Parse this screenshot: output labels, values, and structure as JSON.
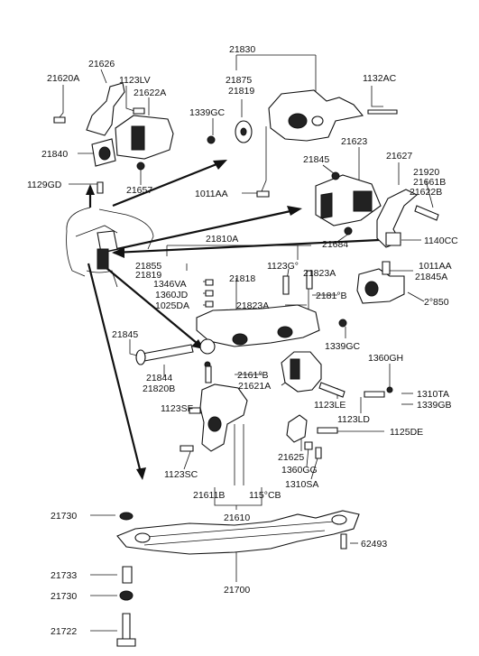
{
  "diagram": {
    "labels": {
      "p21830": "21830",
      "p21626": "21626",
      "p21620A": "21620A",
      "p1123LV": "1123LV",
      "p21622A": "21622A",
      "p21875": "21875",
      "p21819a": "21819",
      "p1132AC": "1132AC",
      "p1339GCa": "1339GC",
      "p21840": "21840",
      "p21623": "21623",
      "p21845a": "21845",
      "p21627": "21627",
      "p21920": "21920",
      "p21661B": "21661B",
      "p21622B": "21622B",
      "p1129GD": "1129GD",
      "p21657": "21657",
      "p1011AAa": "1011AA",
      "p21810A": "21810A",
      "p21684": "21684",
      "p1140CC": "1140CC",
      "p21855": "21855",
      "p21819b": "21819",
      "p1123GT": "1123G°",
      "p21823Aa": "21823A",
      "p1011AAb": "1011AA",
      "p21845Aa": "21845A",
      "p1346VA": "1346VA",
      "p21818": "21818",
      "p1360JD": "1360JD",
      "p1025DA": "1025DA",
      "p21823Ab": "21823A",
      "p21818B": "2181°B",
      "p21850": "2°850",
      "p21845b": "21845",
      "p1339GCb": "1339GC",
      "p1360GH": "1360GH",
      "p21844": "21844",
      "p21820B": "21820B",
      "p21618B": "2161°B",
      "p21621A": "21621A",
      "p1310TA": "1310TA",
      "p1339GB": "1339GB",
      "p1123SF": "1123SF",
      "p1123LE": "1123LE",
      "p1123LD": "1123LD",
      "p1125DE": "1125DE",
      "p21625": "21625",
      "p1123SC": "1123SC",
      "p1360GG": "1360GG",
      "p1310SA": "1310SA",
      "p21611B": "21611B",
      "p1151CB": "115°CB",
      "p21610": "21610",
      "p21730a": "21730",
      "p62493": "62493",
      "p21733": "21733",
      "p21700": "21700",
      "p21730b": "21730",
      "p21722": "21722"
    }
  }
}
